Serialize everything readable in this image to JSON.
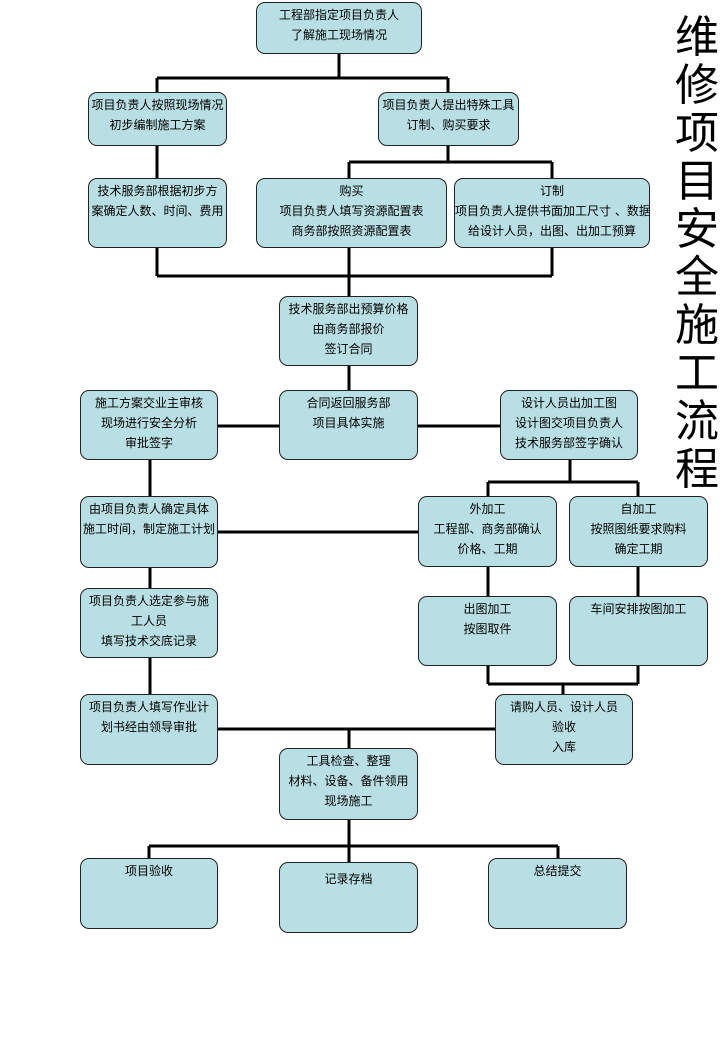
{
  "title": "维修项目安全施工流程",
  "nodes": {
    "n1": [
      "工程部指定项目负责人",
      "了解施工现场情况"
    ],
    "n2": [
      "项目负责人按照现场情况",
      "初步编制施工方案"
    ],
    "n3": [
      "项目负责人提出特殊工具",
      "订制、购买要求"
    ],
    "n4": [
      "技术服务部根据初步方",
      "案确定人数、时间、费用"
    ],
    "n5": [
      "购买",
      "项目负责人填写资源配置表",
      "商务部按照资源配置表"
    ],
    "n6": [
      "订制",
      "项目负责人提供书面加工尺寸 、数据",
      "给设计人员，出图、出加工预算"
    ],
    "n7": [
      "技术服务部出预算价格",
      "由商务部报价",
      "签订合同"
    ],
    "n8": [
      "施工方案交业主审核",
      "现场进行安全分析",
      "审批签字"
    ],
    "n9": [
      "合同返回服务部",
      "项目具体实施"
    ],
    "n10": [
      "设计人员出加工图",
      "设计图交项目负责人",
      "技术服务部签字确认"
    ],
    "n11": [
      "由项目负责人确定具体",
      "施工时间，制定施工计划"
    ],
    "n12": [
      "外加工",
      "工程部、商务部确认",
      "价格、工期"
    ],
    "n13": [
      "自加工",
      "按照图纸要求购料",
      "确定工期"
    ],
    "n14": [
      "项目负责人选定参与施",
      "工人员",
      "填写技术交底记录"
    ],
    "n15": [
      "出图加工",
      "按图取件"
    ],
    "n16": [
      "车间安排按图加工"
    ],
    "n17": [
      "项目负责人填写作业计",
      "划书经由领导审批"
    ],
    "n18": [
      "请购人员、设计人员",
      "验收",
      "入库"
    ],
    "n19": [
      "工具检查、整理",
      "材料、设备、备件领用",
      "现场施工"
    ],
    "n20": [
      "项目验收"
    ],
    "n21": [
      "记录存档"
    ],
    "n22": [
      "总结提交"
    ]
  }
}
